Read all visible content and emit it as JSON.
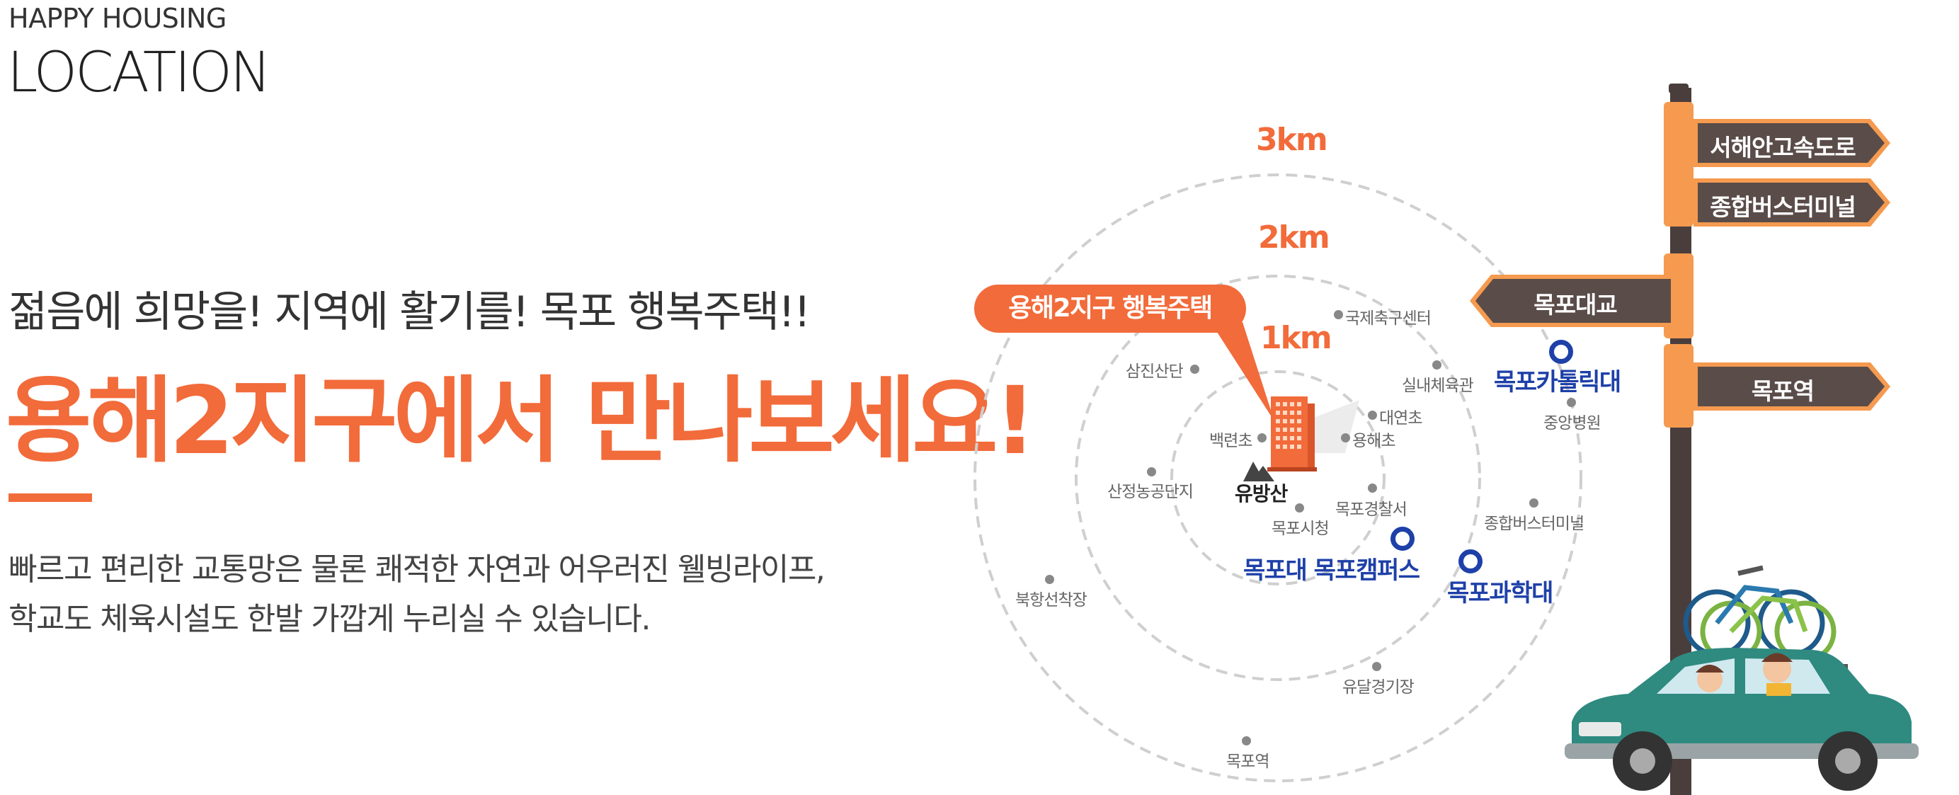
{
  "header": {
    "eyebrow": "HAPPY HOUSING",
    "title": "LOCATION"
  },
  "intro": {
    "tagline": "젊음에 희망을! 지역에 활기를! 목포 행복주택!!",
    "headline": "용해2지구에서 만나보세요!",
    "description_lines": [
      "빠르고 편리한 교통망은 물론 쾌적한 자연과 어우러진 웰빙라이프,",
      "학교도 체육시설도 한발 가깝게 누리실 수 있습니다."
    ]
  },
  "map": {
    "ring_labels": [
      "1km",
      "2km",
      "3km"
    ],
    "callout": "용해2지구 행복주택",
    "mountain_label": "유방산",
    "places": {
      "gukje": "국제축구센터",
      "samjin": "삼진산단",
      "silnae": "실내체육관",
      "baekryeon": "백련초",
      "daeyeon": "대연초",
      "yonghae": "용해초",
      "sanjeong": "산정농공단지",
      "police": "목포경찰서",
      "cityhall": "목포시청",
      "jungang": "중앙병원",
      "bus": "종합버스터미널",
      "bukhang": "북항선착장",
      "yudal": "유달경기장",
      "station": "목포역"
    },
    "universities": {
      "catholic": "목포카톨릭대",
      "mokpo_campus": "목포대 목포캠퍼스",
      "science": "목포과학대"
    }
  },
  "signpost": {
    "signs": [
      "서해안고속도로",
      "종합버스터미널",
      "목포대교",
      "목포역"
    ]
  },
  "colors": {
    "accent": "#f26b3a",
    "university_blue": "#1e40a8",
    "sign_dark": "#5a4c49",
    "sign_border": "#f59a4f"
  }
}
